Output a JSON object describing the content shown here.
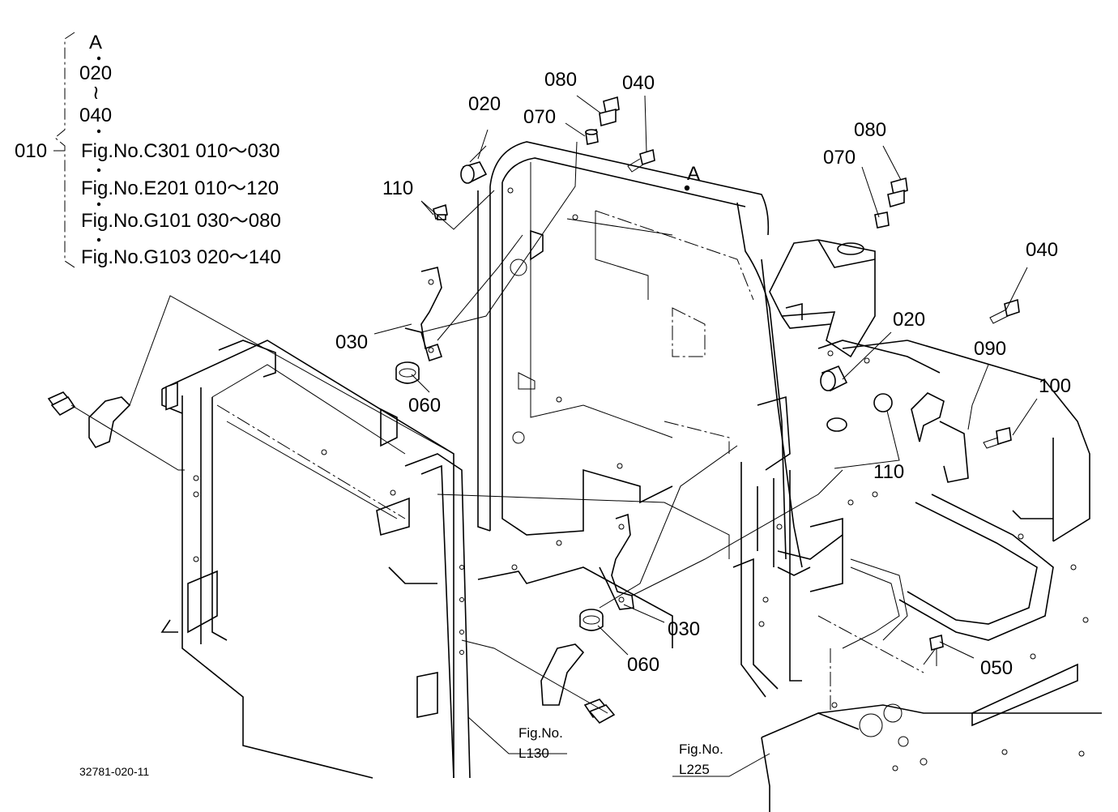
{
  "legend": {
    "lines": [
      "A",
      "020",
      "≀",
      "040",
      "Fig.No.C301  010～030",
      "Fig.No.E201  010～120",
      "Fig.No.G101  030～080",
      "Fig.No.G103  020～140"
    ],
    "parent": "010"
  },
  "callouts": {
    "p080_left": "080",
    "p040_left": "040",
    "p020_top": "020",
    "p070_left": "070",
    "p110_left": "110",
    "p080_right": "080",
    "p070_right": "070",
    "pointA": "A",
    "p040_right": "040",
    "p020_right": "020",
    "p090": "090",
    "p100": "100",
    "p110_right": "110",
    "p030_left": "030",
    "p060_left": "060",
    "p030_bottom": "030",
    "p060_bottom": "060",
    "p050": "050"
  },
  "references": {
    "l130_top": "Fig.No.",
    "l130_bottom": "L130",
    "l225_top": "Fig.No.",
    "l225_bottom": "L225"
  },
  "drawing_code": "32781-020-11"
}
